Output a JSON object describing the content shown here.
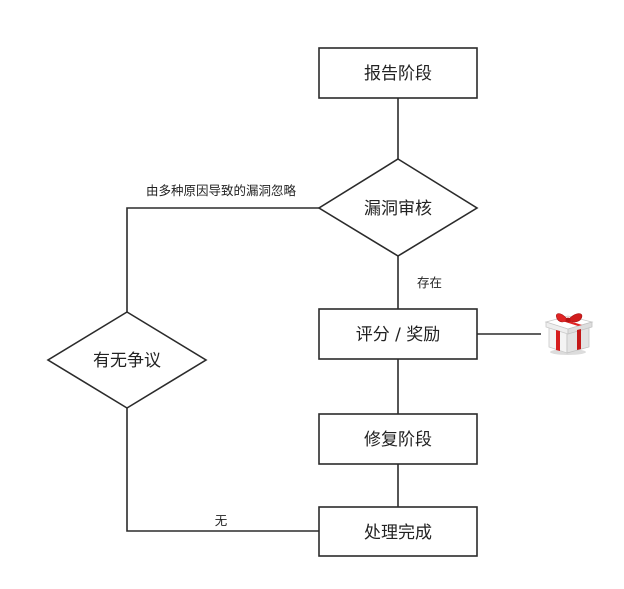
{
  "nodes": {
    "report": "报告阶段",
    "review": "漏洞审核",
    "score": "评分 / 奖励",
    "repair": "修复阶段",
    "done": "处理完成",
    "dispute": "有无争议"
  },
  "edges": {
    "ignored": "由多种原因导致的漏洞忽略",
    "exists": "存在",
    "none": "无"
  },
  "icons": {
    "reward": "gift-icon"
  },
  "colors": {
    "stroke": "#2b2b2b",
    "gift_ribbon": "#d61f1f",
    "gift_box": "#f2f2f2"
  }
}
